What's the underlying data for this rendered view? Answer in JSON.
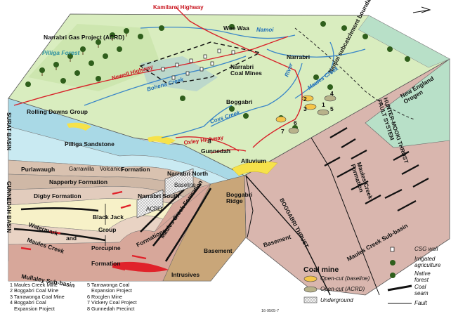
{
  "labels": {
    "kamilaroi_highway": "Kamilaroi Highway",
    "narrabri_gas_project": "Narrabri Gas Project (ACRD)",
    "pilliga_forest": "Pilliga Forest",
    "newell_highway": "Newell Highway",
    "bohena_creek": "Bohena Creek",
    "wee_waa": "Wee Waa",
    "namoi": "Namoi",
    "narrabri": "Narrabri",
    "narrabri_coal_mines": "Narrabri\nCoal Mines",
    "namoi_subcatchment": "Namoi subcatchment boundary",
    "river": "River",
    "maules_creek_top": "Maules Creek",
    "boggabri": "Boggabri",
    "coxs_creek": "Coxs Creek",
    "oxley_highway": "Oxley Highway",
    "gunnedah": "Gunnedah",
    "alluvium": "Alluvium",
    "rolling_downs": "Rolling Downs Group",
    "pilliga_sandstone": "Pilliga Sandstone",
    "purlawaugh": "Purlawaugh",
    "garrawilla": "Garrawilla",
    "volcanics": "Volcanics",
    "formation_a": "Formation",
    "napperby": "Napperby Formation",
    "digby": "Digby Formation",
    "narrabri_north": "Narrabri North",
    "baseline": "Baseline",
    "narrabri_south": "Narrabri South",
    "acrd": "ACRD",
    "black_jack": "Black Jack",
    "group": "Group",
    "watermark": "Watermark",
    "and": "and",
    "porcupine": "Porcupine",
    "formations": "Formations",
    "maules_creek_left": "Maules Creek",
    "formation_b": "Formation",
    "maules_creek_formation_mid": "Maules Creek Formation",
    "boggabri_ridge": "Boggabri\nRidge",
    "basement_a": "Basement",
    "basement_b": "Basement",
    "boggabri_thrust": "BOGGABRI THRUST",
    "intrusives": "Intrusives",
    "hunter_mooki": "HUNTER-MOOKI THRUST\nFAULT SYSTEM",
    "maules_creek_formation_right": "Maules Creek\nFormation",
    "new_england": "New England\nOrogen",
    "surat_basin": "SURAT BASIN",
    "gunnedah_basin": "GUNNEDAH BASIN",
    "mullaley": "Mullaley Sub-basin",
    "maules_creek_subbasin": "Maules Creek Sub-basin",
    "nums": [
      "1",
      "2",
      "3",
      "4",
      "5",
      "6",
      "7",
      "8"
    ]
  },
  "legend": {
    "projects_col1": [
      "1 Maules Creek Mine",
      "2 Boggabri Coal Mine",
      "3 Tarrawonga Coal Mine",
      "4 Boggabri Coal",
      "   Expansion Project"
    ],
    "projects_col2": [
      "5 Tarrawonga Coal",
      "   Expansion Project",
      "6 Rocglen Mine",
      "7 Vickery Coal Project",
      "8 Gunnedah Precinct"
    ],
    "coal_mine_title": "Coal mine",
    "open_cut_baseline": "Open-cut (baseline)",
    "open_cut_acrd": "Open-cut (ACRD)",
    "underground": "Underground",
    "csg_well": "CSG well",
    "irrigated": "Irrigated\nagriculture",
    "native_forest": "Native\nforest",
    "coal_seam": "Coal\nseam",
    "fault": "Fault",
    "ref": "16-9505-7"
  },
  "colors": {
    "surface": "#d9edbf",
    "rolling_downs": "#a9d9e6",
    "pilliga_sandstone": "#c9eaf2",
    "purlawaugh": "#d9c2b0",
    "napperby": "#cfb8a6",
    "digby": "#e2ccbd",
    "black_jack": "#f7f1c8",
    "watermark": "#d7a79a",
    "basement": "#c9a679",
    "right_face": "#d9b6ae",
    "orogen": "#b8e0c8",
    "highway": "#d8222a",
    "river": "#3a86c8",
    "alluvium": "#f6e24a"
  }
}
